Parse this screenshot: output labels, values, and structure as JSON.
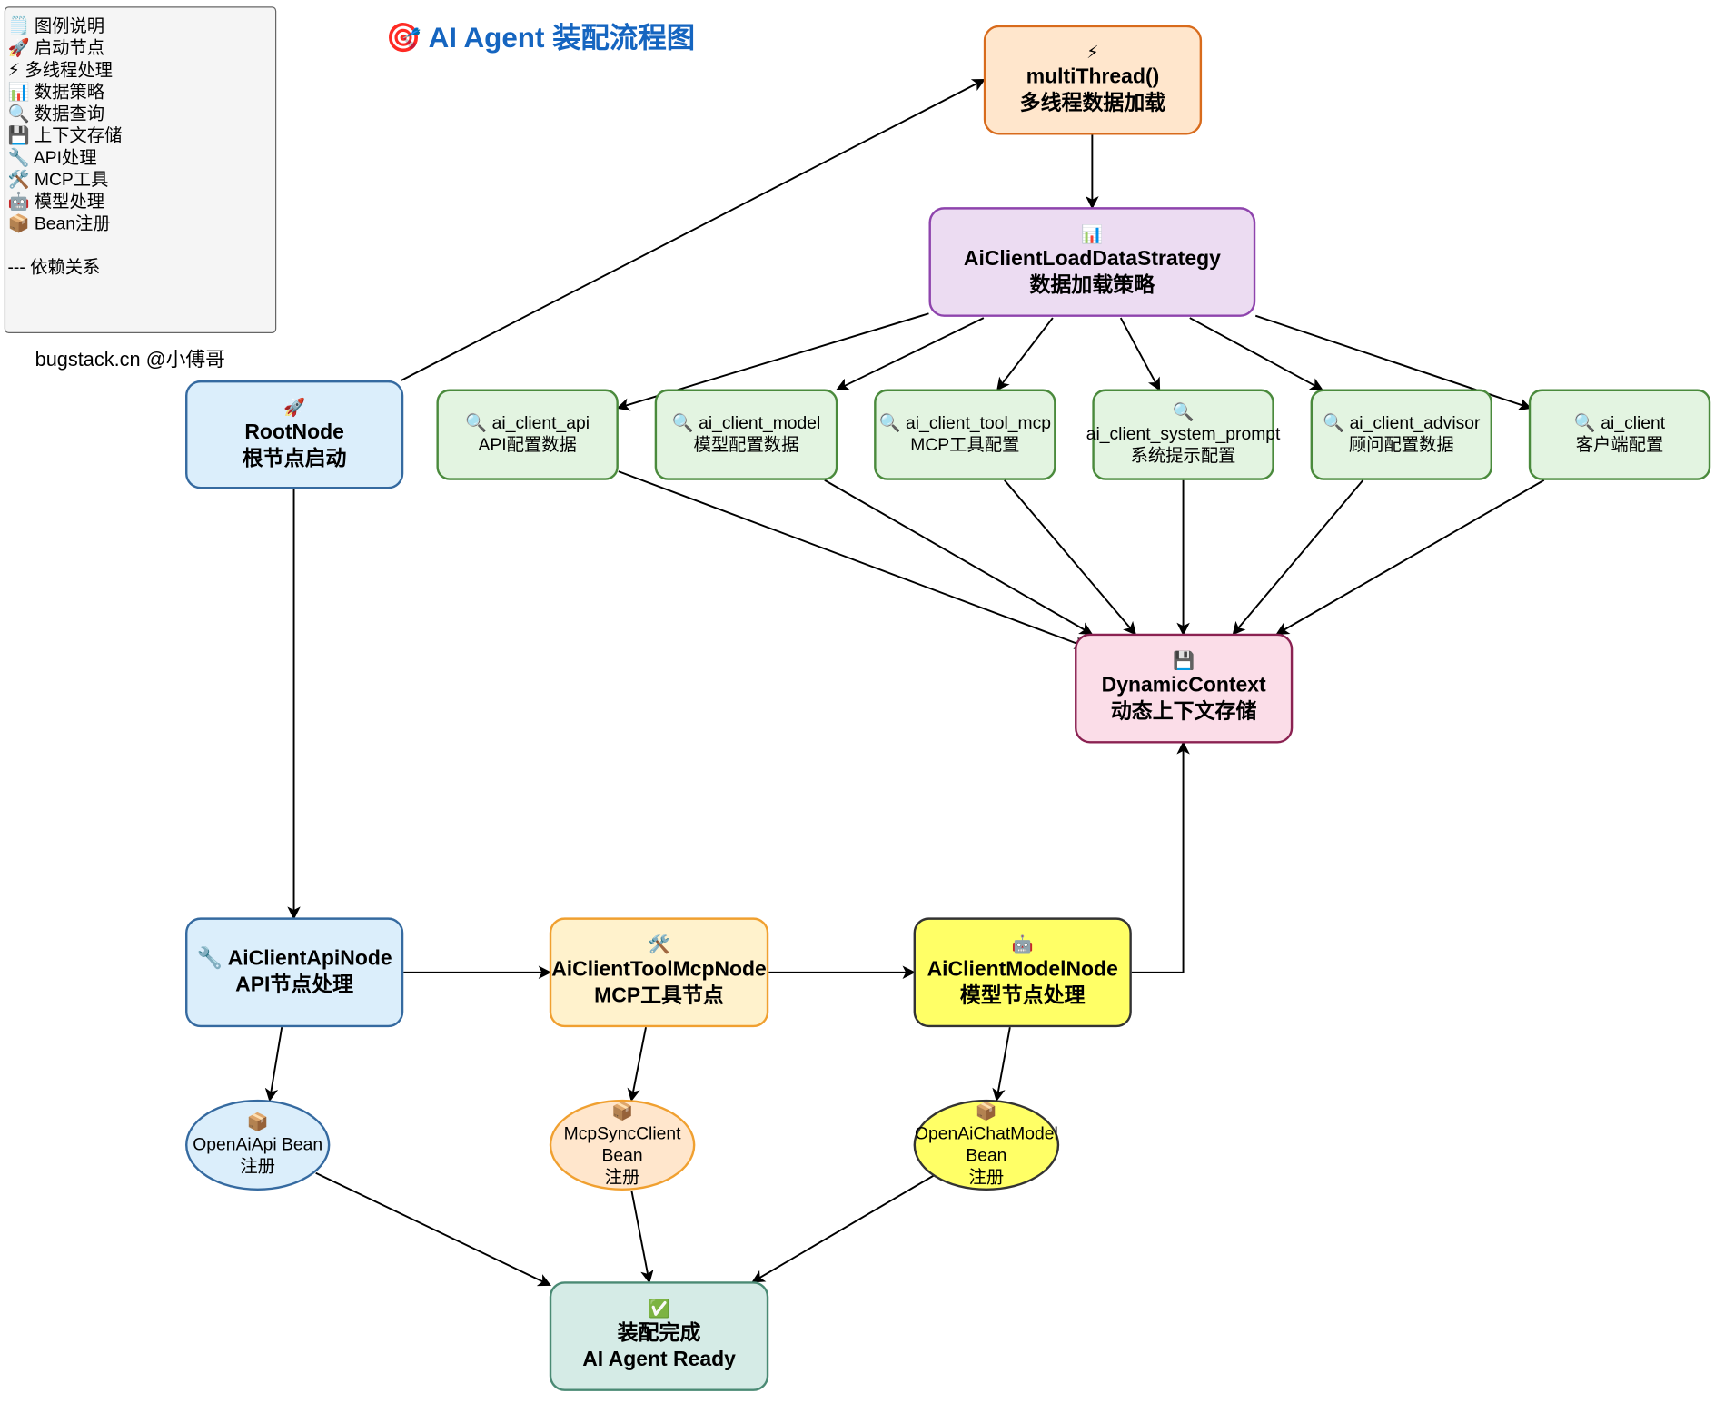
{
  "title": "🎯 AI Agent 装配流程图",
  "credit": "bugstack.cn @小傅哥",
  "legend": {
    "items": [
      "🗒️ 图例说明",
      "🚀 启动节点",
      "⚡ 多线程处理",
      "📊 数据策略",
      "🔍 数据查询",
      "💾 上下文存储",
      "🔧 API处理",
      "🛠️ MCP工具",
      "🤖 模型处理",
      "📦 Bean注册"
    ],
    "dependency": "--- 依赖关系"
  },
  "nodes": {
    "multiThread": {
      "icon": "⚡",
      "line1": "multiThread()",
      "line2": "多线程数据加载"
    },
    "strategy": {
      "icon": "📊",
      "line1": "AiClientLoadDataStrategy",
      "line2": "数据加载策略"
    },
    "root": {
      "icon": "🚀",
      "line1": "RootNode",
      "line2": "根节点启动"
    },
    "q_api": {
      "line1": "🔍 ai_client_api",
      "line2": "API配置数据"
    },
    "q_model": {
      "line1": "🔍 ai_client_model",
      "line2": "模型配置数据"
    },
    "q_tool": {
      "line1": "🔍 ai_client_tool_mcp",
      "line2": "MCP工具配置"
    },
    "q_prompt": {
      "icon": "🔍",
      "line1": "ai_client_system_prompt",
      "line2": "系统提示配置"
    },
    "q_advisor": {
      "line1": "🔍 ai_client_advisor",
      "line2": "顾问配置数据"
    },
    "q_client": {
      "line1": "🔍 ai_client",
      "line2": "客户端配置"
    },
    "context": {
      "icon": "💾",
      "line1": "DynamicContext",
      "line2": "动态上下文存储"
    },
    "apiNode": {
      "line1": "🔧 AiClientApiNode",
      "line2": "API节点处理"
    },
    "toolNode": {
      "icon": "🛠️",
      "line1": "AiClientToolMcpNode",
      "line2": "MCP工具节点"
    },
    "modelNode": {
      "icon": "🤖",
      "line1": "AiClientModelNode",
      "line2": "模型节点处理"
    },
    "beanApi": {
      "icon": "📦",
      "line1": "OpenAiApi Bean",
      "line2": "注册"
    },
    "beanMcp": {
      "icon": "📦",
      "line1": "McpSyncClient",
      "line2": "Bean",
      "line3": "注册"
    },
    "beanChat": {
      "icon": "📦",
      "line1": "OpenAiChatModel",
      "line2": "Bean",
      "line3": "注册"
    },
    "ready": {
      "icon": "✅",
      "line1": "装配完成",
      "line2": "AI Agent Ready"
    }
  },
  "edges": [
    {
      "from": "root",
      "to": "multiThread"
    },
    {
      "from": "multiThread",
      "to": "strategy"
    },
    {
      "from": "strategy",
      "to": "q_api"
    },
    {
      "from": "strategy",
      "to": "q_model"
    },
    {
      "from": "strategy",
      "to": "q_tool"
    },
    {
      "from": "strategy",
      "to": "q_prompt"
    },
    {
      "from": "strategy",
      "to": "q_advisor"
    },
    {
      "from": "strategy",
      "to": "q_client"
    },
    {
      "from": "q_api",
      "to": "context"
    },
    {
      "from": "q_model",
      "to": "context"
    },
    {
      "from": "q_tool",
      "to": "context"
    },
    {
      "from": "q_prompt",
      "to": "context"
    },
    {
      "from": "q_advisor",
      "to": "context"
    },
    {
      "from": "q_client",
      "to": "context"
    },
    {
      "from": "root",
      "to": "apiNode"
    },
    {
      "from": "apiNode",
      "to": "toolNode"
    },
    {
      "from": "toolNode",
      "to": "modelNode"
    },
    {
      "from": "modelNode",
      "to": "context"
    },
    {
      "from": "apiNode",
      "to": "beanApi"
    },
    {
      "from": "toolNode",
      "to": "beanMcp"
    },
    {
      "from": "modelNode",
      "to": "beanChat"
    },
    {
      "from": "beanApi",
      "to": "ready"
    },
    {
      "from": "beanMcp",
      "to": "ready"
    },
    {
      "from": "beanChat",
      "to": "ready"
    }
  ]
}
